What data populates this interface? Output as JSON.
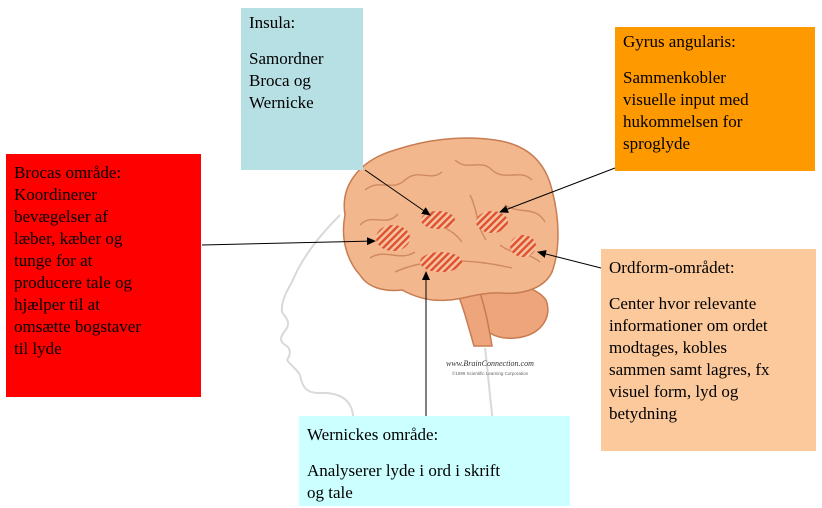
{
  "insula": {
    "title": "Insula:",
    "body_lines": [
      "Samordner",
      "Broca og",
      "Wernicke"
    ]
  },
  "gyrus": {
    "title": "Gyrus angularis:",
    "body_lines": [
      "Sammenkobler",
      "visuelle input med",
      "hukommelsen for",
      "sproglyde"
    ]
  },
  "broca": {
    "lines": [
      "Brocas område:",
      "Koordinerer",
      "bevægelser af",
      "læber, kæber og",
      "tunge for at",
      "producere tale og",
      "hjælper til at",
      "omsætte bogstaver",
      "til lyde"
    ]
  },
  "ordform": {
    "title": "Ordform-området:",
    "body_lines": [
      "Center hvor relevante",
      "informationer om ordet",
      "modtages, kobles",
      "sammen samt lagres, fx",
      "visuel form, lyd og",
      "betydning"
    ]
  },
  "wernicke": {
    "title": "Wernickes område:",
    "body_lines": [
      "Analyserer lyde i ord i skrift",
      "og tale"
    ]
  },
  "watermark": {
    "line1": "www.BrainConnection.com",
    "line2": "©1999 Scientific Learning Corporation"
  },
  "colors": {
    "insula": "#b7e0e4",
    "gyrus": "#ff9900",
    "broca": "#ff0000",
    "ordform": "#fbc99b",
    "wernicke": "#ccffff",
    "brain": "#f2b78c",
    "hatch": "#e0502e"
  }
}
